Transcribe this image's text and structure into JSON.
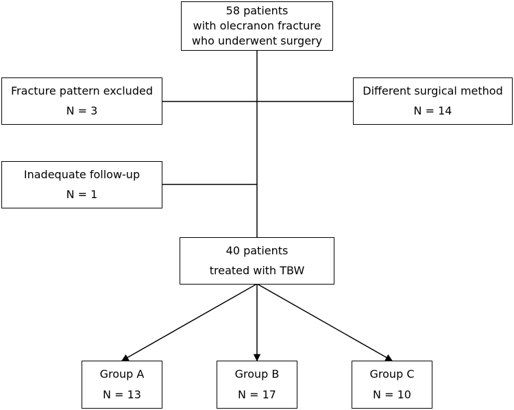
{
  "flowchart": {
    "top": {
      "lines": [
        "58 patients",
        "with olecranon fracture",
        "who underwent surgery"
      ]
    },
    "excluded_fracture": {
      "title": "Fracture pattern excluded",
      "count": "N = 3"
    },
    "excluded_method": {
      "title": "Different surgical method",
      "count": "N = 14"
    },
    "excluded_followup": {
      "title": "Inadequate follow-up",
      "count": "N = 1"
    },
    "treated": {
      "line1": "40 patients",
      "line2": "treated with TBW"
    },
    "groups": [
      {
        "name": "Group A",
        "count": "N = 13"
      },
      {
        "name": "Group B",
        "count": "N = 17"
      },
      {
        "name": "Group C",
        "count": "N = 10"
      }
    ]
  }
}
